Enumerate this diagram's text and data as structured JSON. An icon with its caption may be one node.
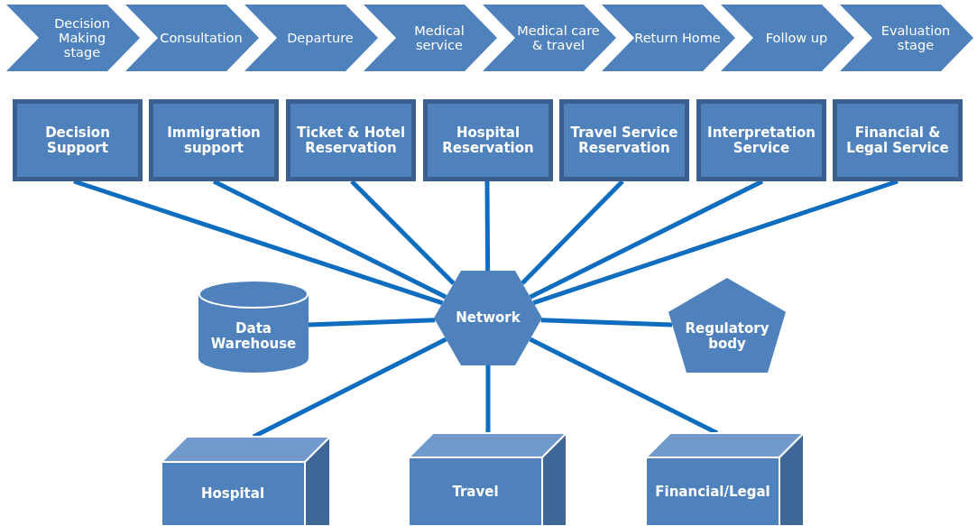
{
  "diagram": {
    "nodes": [
      {
        "text": [
          "Decision Making stage"
        ]
      },
      {
        "text": [
          "Consultation"
        ]
      },
      {
        "text": [
          "Departure"
        ]
      },
      {
        "text": [
          "Medical service"
        ]
      },
      {
        "text": [
          "Medical care & travel"
        ]
      },
      {
        "text": [
          "Return Home"
        ]
      },
      {
        "text": [
          "Follow up"
        ]
      },
      {
        "text": [
          "Evaluation stage"
        ]
      },
      {
        "text": [
          "Decision Support"
        ]
      },
      {
        "text": [
          "Immigration support"
        ]
      },
      {
        "text": [
          "Ticket & Hotel Reservation"
        ]
      },
      {
        "text": [
          "Hospital Reservation"
        ]
      },
      {
        "text": [
          "Travel Service Reservation"
        ]
      },
      {
        "text": [
          "Interpretation Service"
        ]
      },
      {
        "text": [
          "Financial & Legal Service"
        ]
      },
      {
        "text": [
          "Network"
        ]
      },
      {
        "text": [
          "Data Warehouse"
        ]
      },
      {
        "text": [
          "Regulatory body"
        ]
      },
      {
        "text": [
          "Hospital"
        ]
      },
      {
        "text": [
          "Travel"
        ]
      },
      {
        "text": [
          "Financial/Legal"
        ]
      }
    ],
    "edges": [
      {
        "from": 8,
        "to": 15,
        "arrow": "none"
      },
      {
        "from": 9,
        "to": 15,
        "arrow": "none"
      },
      {
        "from": 10,
        "to": 15,
        "arrow": "none"
      },
      {
        "from": 11,
        "to": 15,
        "arrow": "none"
      },
      {
        "from": 12,
        "to": 15,
        "arrow": "none"
      },
      {
        "from": 13,
        "to": 15,
        "arrow": "none"
      },
      {
        "from": 14,
        "to": 15,
        "arrow": "none"
      },
      {
        "from": 16,
        "to": 15,
        "arrow": "none"
      },
      {
        "from": 15,
        "to": 17,
        "arrow": "none"
      },
      {
        "from": 15,
        "to": 18,
        "arrow": "none"
      },
      {
        "from": 15,
        "to": 19,
        "arrow": "none"
      },
      {
        "from": 15,
        "to": 20,
        "arrow": "none"
      }
    ]
  }
}
